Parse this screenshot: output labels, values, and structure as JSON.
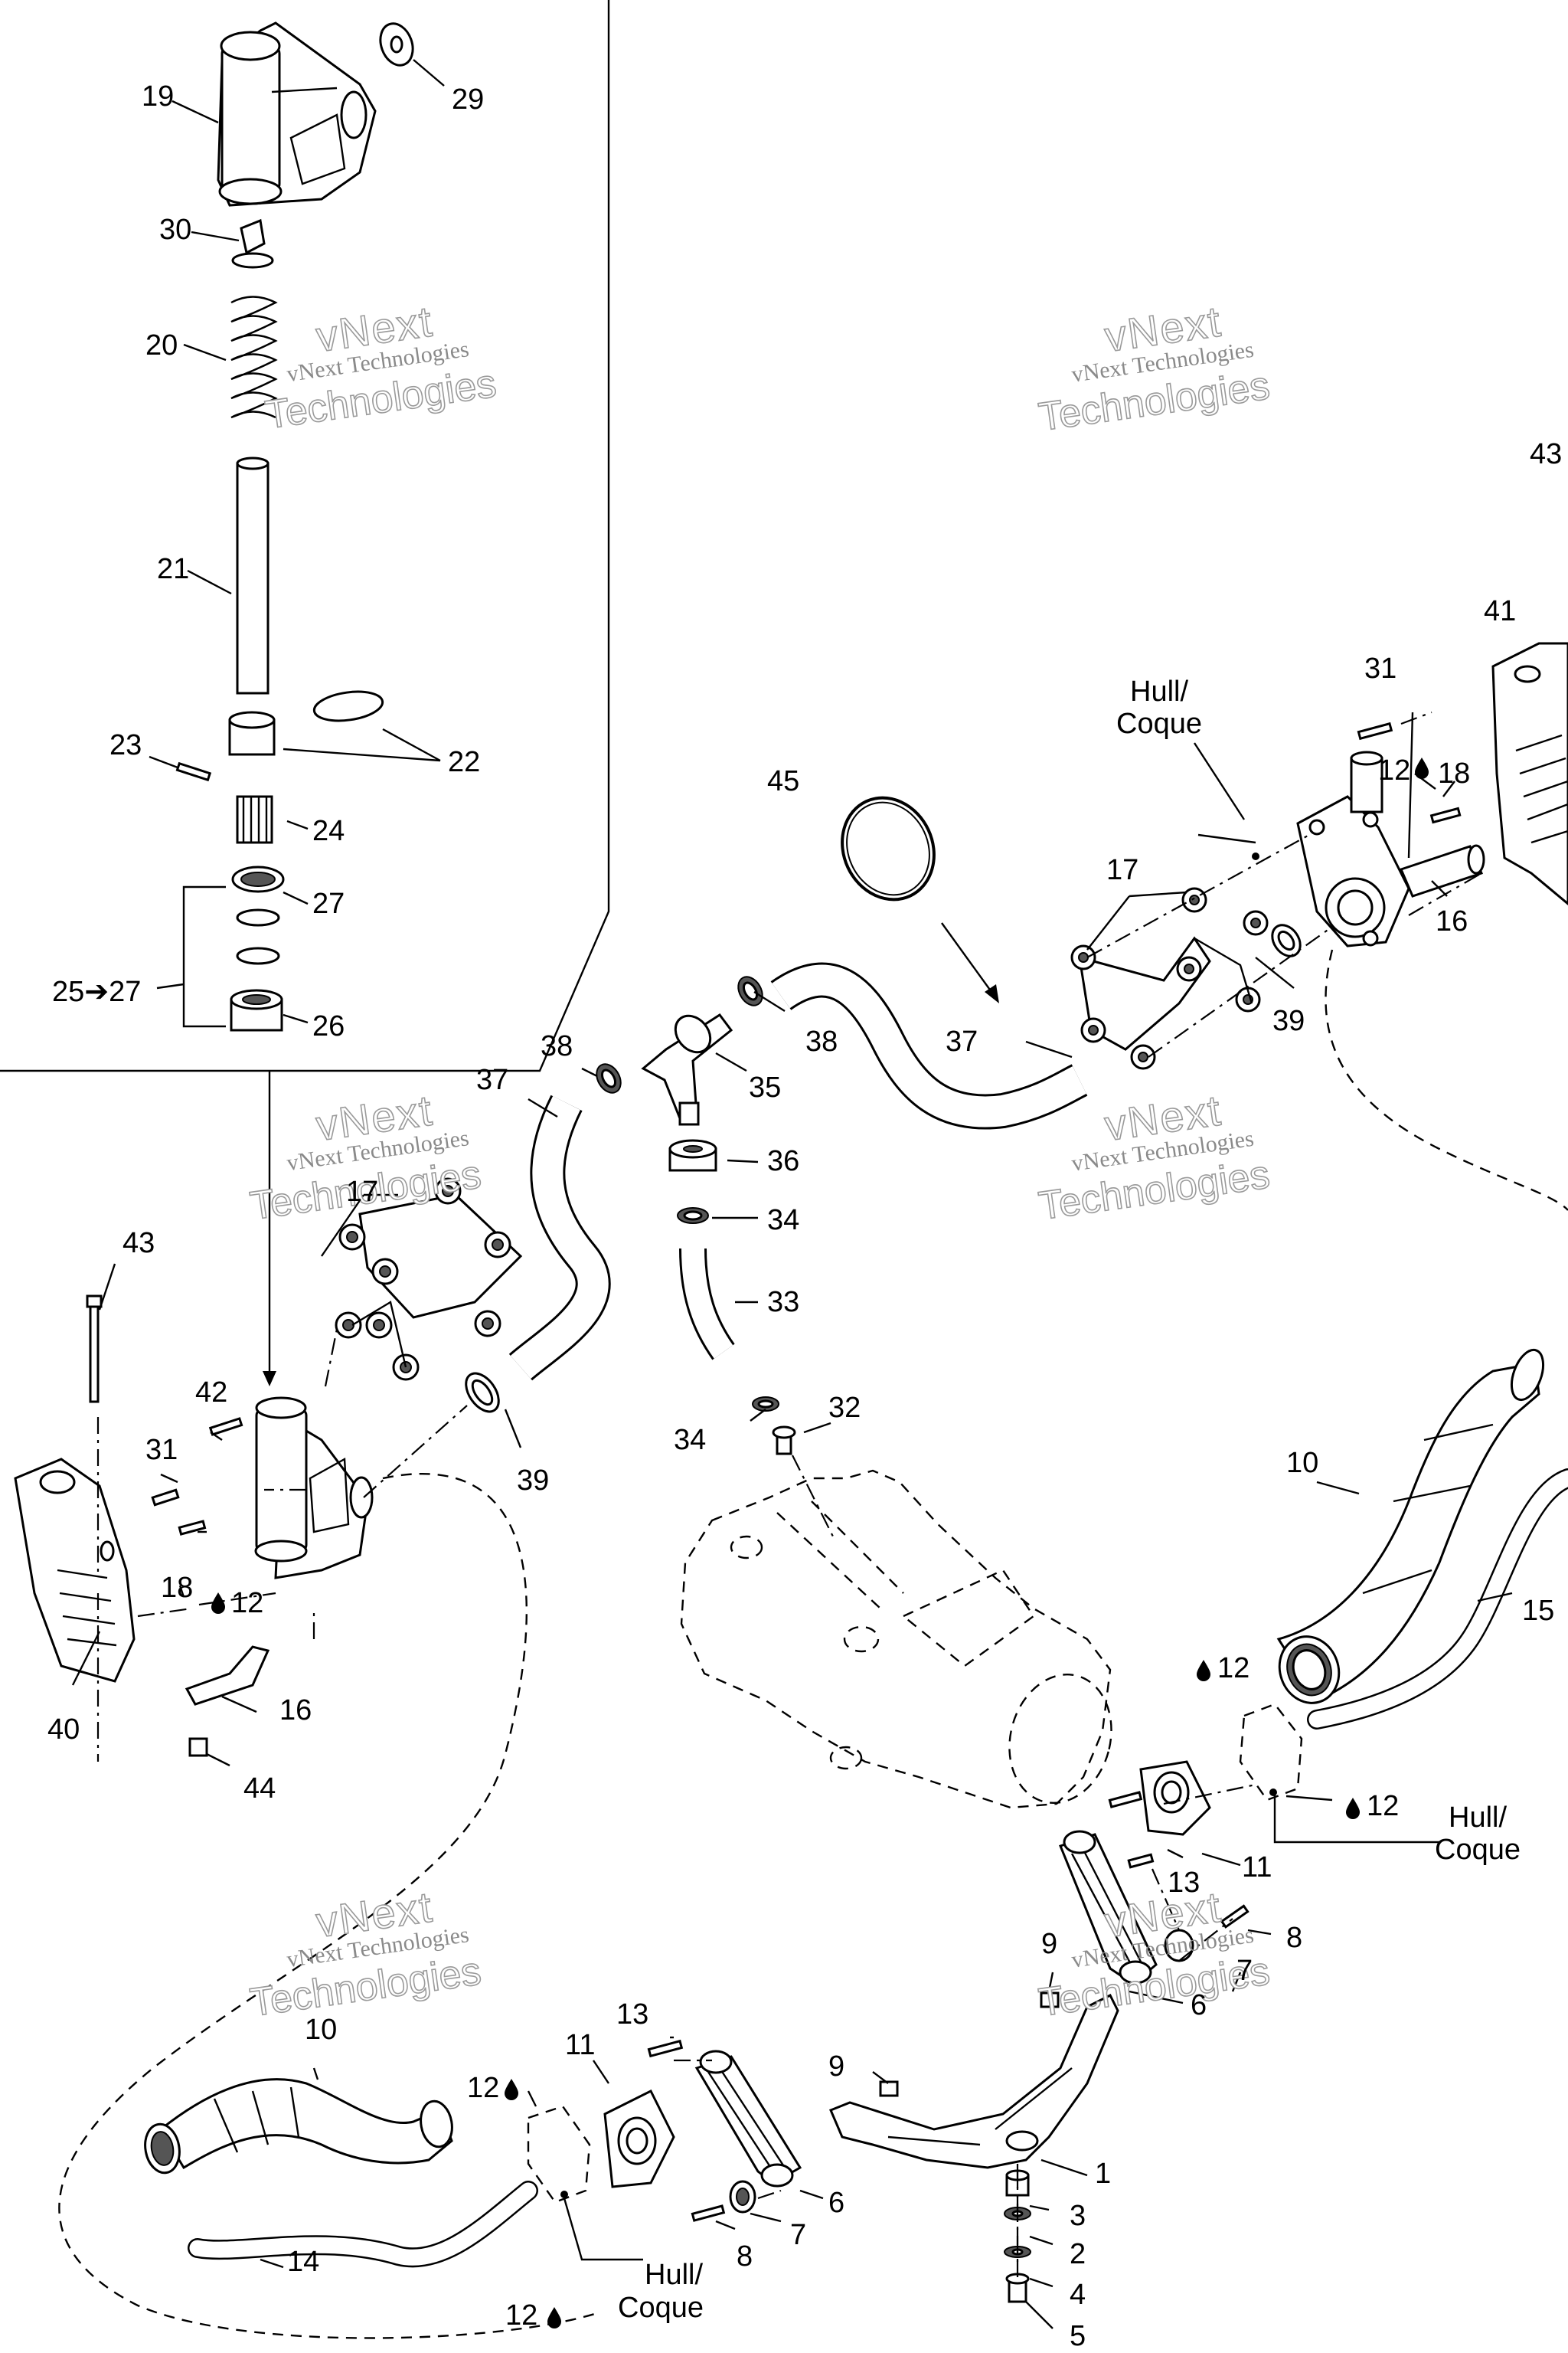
{
  "callouts": [
    {
      "id": "c19",
      "text": "19"
    },
    {
      "id": "c29",
      "text": "29"
    },
    {
      "id": "c30",
      "text": "30"
    },
    {
      "id": "c20",
      "text": "20"
    },
    {
      "id": "c21",
      "text": "21"
    },
    {
      "id": "c23",
      "text": "23"
    },
    {
      "id": "c22",
      "text": "22"
    },
    {
      "id": "c24",
      "text": "24"
    },
    {
      "id": "c27",
      "text": "27"
    },
    {
      "id": "c25-27",
      "text": "25➔27"
    },
    {
      "id": "c26",
      "text": "26"
    },
    {
      "id": "c43a",
      "text": "43"
    },
    {
      "id": "c41",
      "text": "41"
    },
    {
      "id": "c31a",
      "text": "31"
    },
    {
      "id": "c12a",
      "text": "12"
    },
    {
      "id": "c18a",
      "text": "18"
    },
    {
      "id": "c16a",
      "text": "16"
    },
    {
      "id": "c45",
      "text": "45"
    },
    {
      "id": "c17a",
      "text": "17"
    },
    {
      "id": "c39a",
      "text": "39"
    },
    {
      "id": "c37a",
      "text": "37"
    },
    {
      "id": "c38a",
      "text": "38"
    },
    {
      "id": "c38b",
      "text": "38"
    },
    {
      "id": "c37b",
      "text": "37"
    },
    {
      "id": "c35",
      "text": "35"
    },
    {
      "id": "c36",
      "text": "36"
    },
    {
      "id": "c34a",
      "text": "34"
    },
    {
      "id": "c33",
      "text": "33"
    },
    {
      "id": "c17b",
      "text": "17"
    },
    {
      "id": "c43b",
      "text": "43"
    },
    {
      "id": "c42",
      "text": "42"
    },
    {
      "id": "c31b",
      "text": "31"
    },
    {
      "id": "c18b",
      "text": "18"
    },
    {
      "id": "c12b",
      "text": "12"
    },
    {
      "id": "c40",
      "text": "40"
    },
    {
      "id": "c16b",
      "text": "16"
    },
    {
      "id": "c44",
      "text": "44"
    },
    {
      "id": "c39b",
      "text": "39"
    },
    {
      "id": "c34b",
      "text": "34"
    },
    {
      "id": "c32",
      "text": "32"
    },
    {
      "id": "c10a",
      "text": "10"
    },
    {
      "id": "c15",
      "text": "15"
    },
    {
      "id": "c12c",
      "text": "12"
    },
    {
      "id": "c12d",
      "text": "12"
    },
    {
      "id": "c11a",
      "text": "11"
    },
    {
      "id": "c13a",
      "text": "13"
    },
    {
      "id": "c8a",
      "text": "8"
    },
    {
      "id": "c9a",
      "text": "9"
    },
    {
      "id": "c7a",
      "text": "7"
    },
    {
      "id": "c6a",
      "text": "6"
    },
    {
      "id": "c10b",
      "text": "10"
    },
    {
      "id": "c13b",
      "text": "13"
    },
    {
      "id": "c11b",
      "text": "11"
    },
    {
      "id": "c12e",
      "text": "12"
    },
    {
      "id": "c9b",
      "text": "9"
    },
    {
      "id": "c1",
      "text": "1"
    },
    {
      "id": "c3",
      "text": "3"
    },
    {
      "id": "c2",
      "text": "2"
    },
    {
      "id": "c4",
      "text": "4"
    },
    {
      "id": "c5",
      "text": "5"
    },
    {
      "id": "c6b",
      "text": "6"
    },
    {
      "id": "c7b",
      "text": "7"
    },
    {
      "id": "c8b",
      "text": "8"
    },
    {
      "id": "c14",
      "text": "14"
    },
    {
      "id": "c12f",
      "text": "12"
    }
  ],
  "notes": {
    "hull_line1": "Hull/",
    "hull_line2": "Coque"
  },
  "watermark": {
    "line1": "vNext Technologies",
    "big_top": "vNext",
    "big_bottom": "Technologies"
  }
}
